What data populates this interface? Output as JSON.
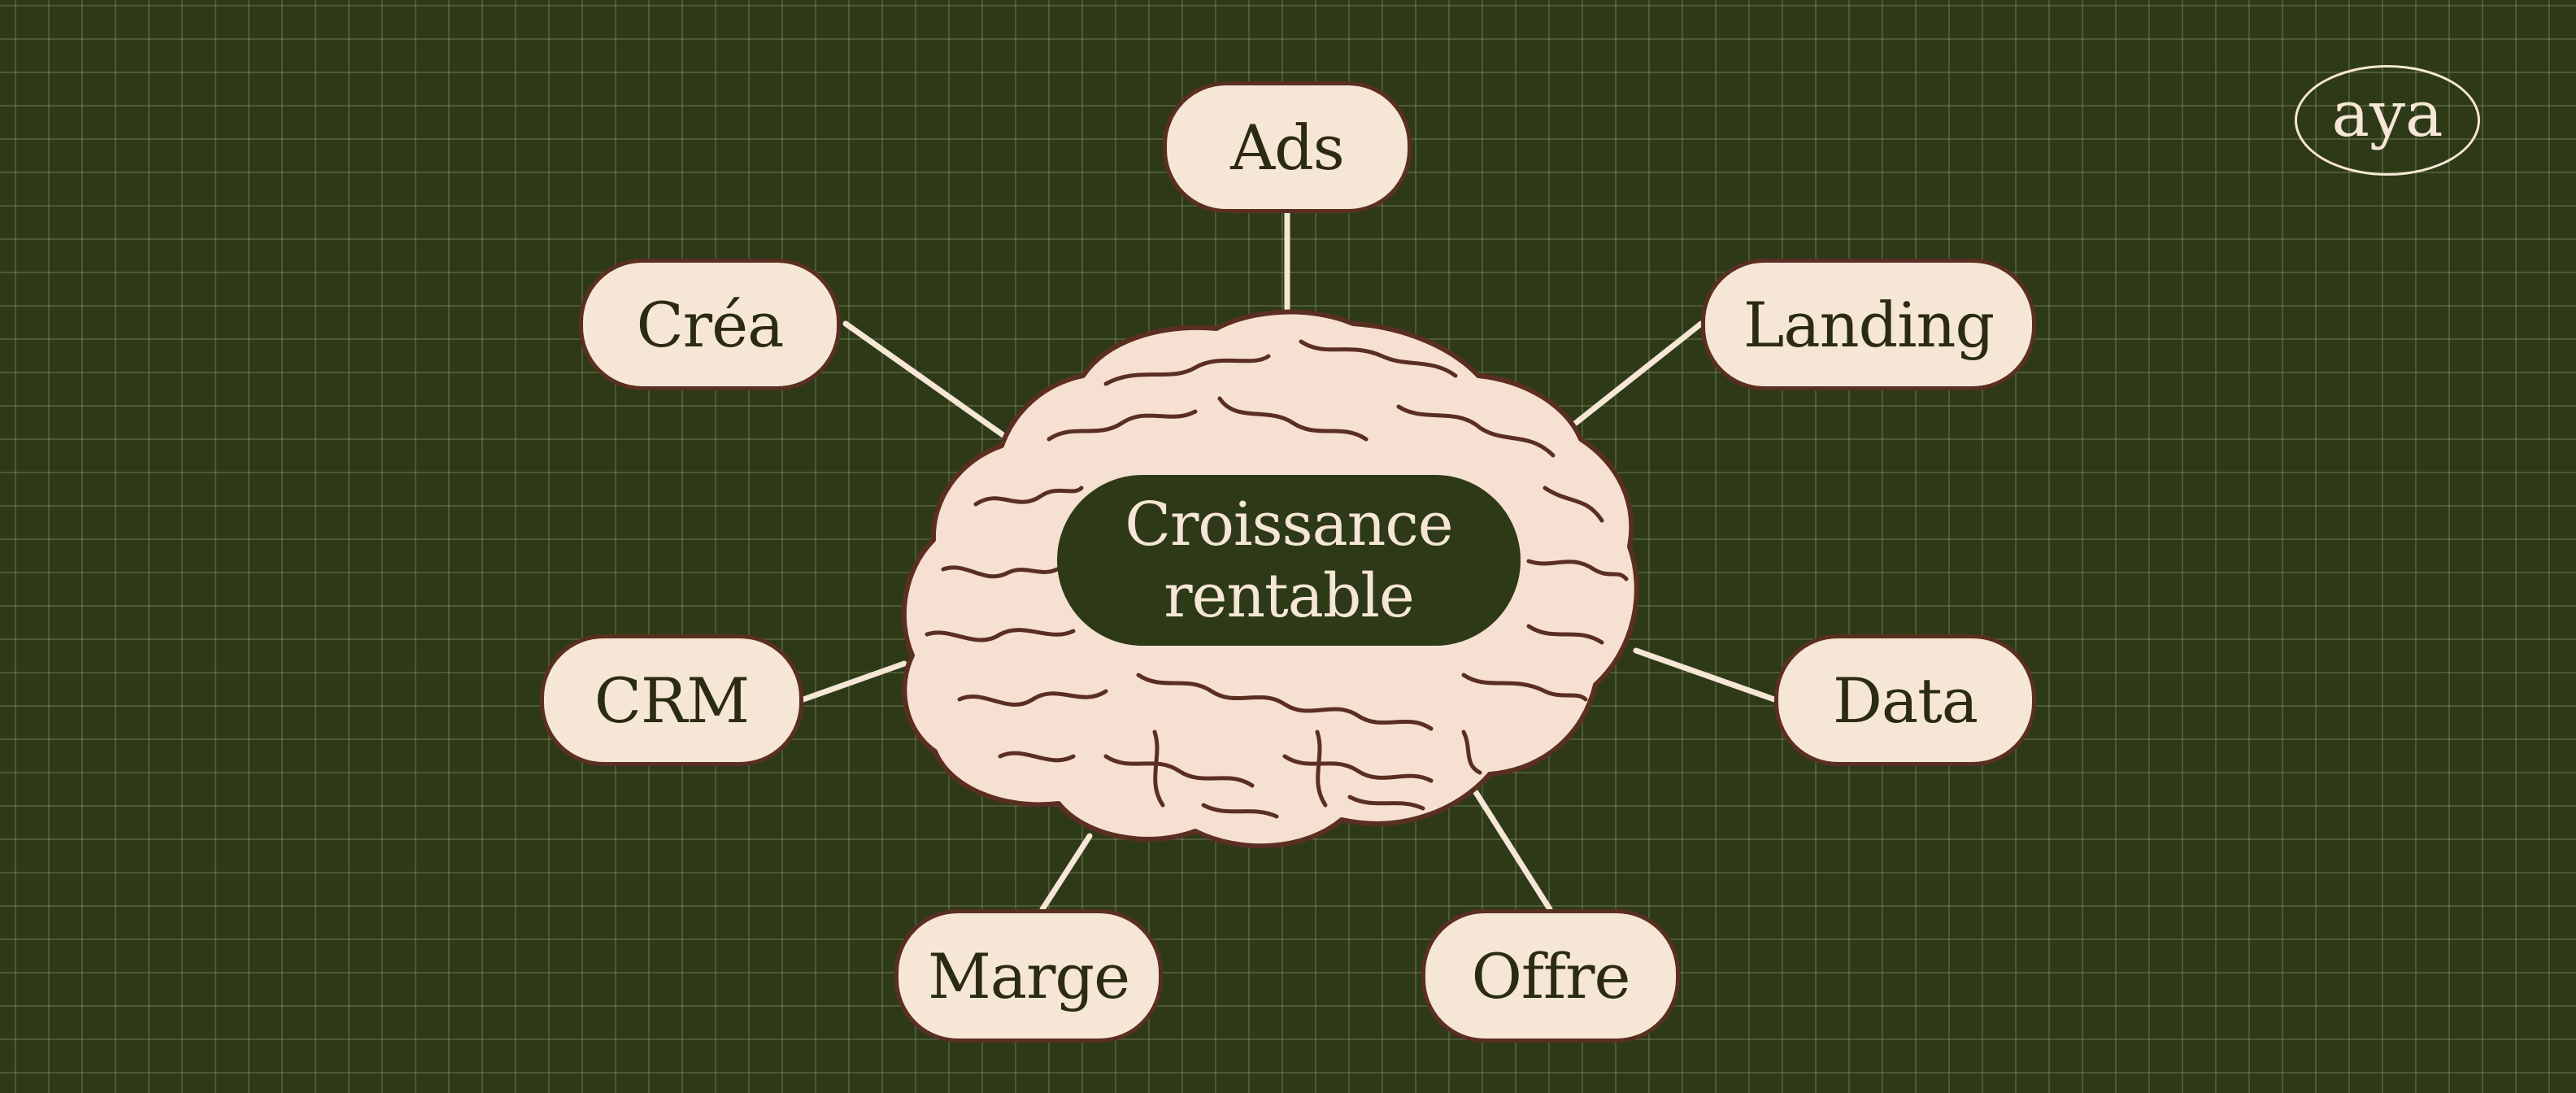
{
  "center": {
    "line1": "Croissance",
    "line2": "rentable"
  },
  "nodes": {
    "ads": "Ads",
    "crea": "Créa",
    "landing": "Landing",
    "crm": "CRM",
    "data": "Data",
    "marge": "Marge",
    "offre": "Offre"
  },
  "logo": "aya",
  "colors": {
    "background": "#2e3a17",
    "node_fill": "#f6e6d6",
    "node_border": "#5a2f22",
    "connector": "#f6e6d6",
    "brain_fill": "#f6e0d2",
    "brain_stroke": "#5a2f22"
  }
}
